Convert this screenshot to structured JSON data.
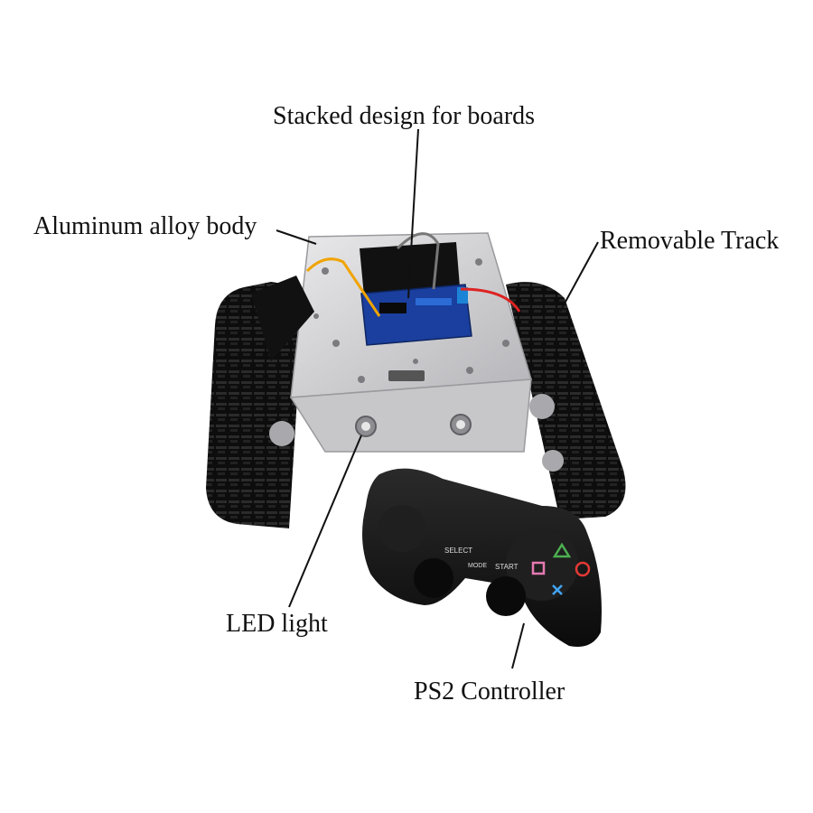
{
  "callouts": {
    "stacked_design": "Stacked design for boards",
    "aluminum_body": "Aluminum alloy body",
    "removable_track": "Removable Track",
    "led_light": "LED light",
    "ps2_controller": "PS2 Controller"
  },
  "controller": {
    "select_label": "SELECT",
    "start_label": "START",
    "mode_label": "MODE"
  },
  "colors": {
    "background": "#ffffff",
    "track": "#111111",
    "chassis": "#d4d4d6",
    "board": "#1a3f9e",
    "controller": "#151515"
  }
}
